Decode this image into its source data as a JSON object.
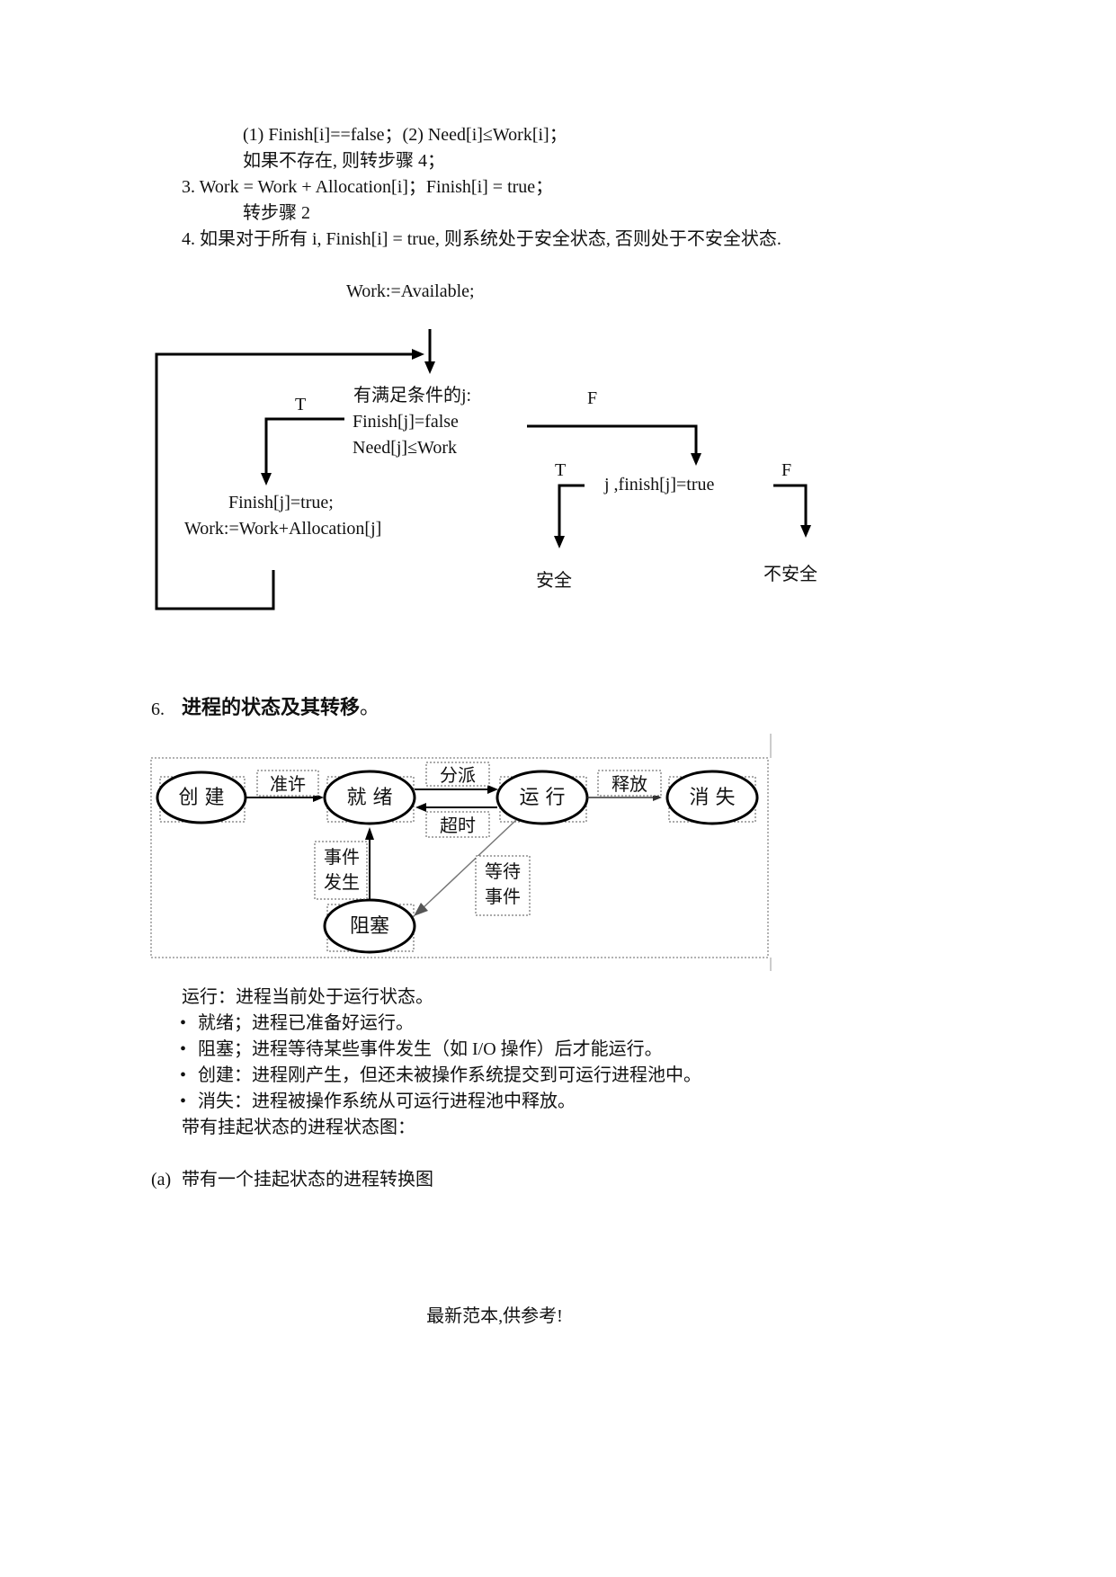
{
  "algorithm": {
    "line1": "(1) Finish[i]==false；(2) Need[i]≤Work[i]；",
    "line2": "如果不存在, 则转步骤 4；",
    "line3": "3. Work = Work + Allocation[i]；Finish[i] = true；",
    "line4": "转步骤 2",
    "line5": "4.  如果对于所有 i, Finish[i] = true, 则系统处于安全状态, 否则处于不安全状态."
  },
  "flowchart": {
    "init": "Work:=Available;",
    "cond_line1": "有满足条件的j:",
    "cond_line2": "Finish[j]=false",
    "cond_line3": "Need[j]≤Work",
    "label_t_left": "T",
    "label_f_top": "F",
    "action_line1": "Finish[j]=true;",
    "action_line2": "Work:=Work+Allocation[j]",
    "label_t_right": "T",
    "check": "j ,finish[j]=true",
    "label_f_right": "F",
    "safe": "安全",
    "unsafe": "不安全"
  },
  "section": {
    "number": "6.",
    "title": "进程的状态及其转移",
    "title_end": "。"
  },
  "state_diagram": {
    "states": {
      "create": "创 建",
      "ready": "就 绪",
      "running": "运 行",
      "exit": "消 失",
      "blocked": "阻塞"
    },
    "transitions": {
      "admit": "准许",
      "dispatch": "分派",
      "release": "释放",
      "timeout": "超时",
      "event_occurs_1": "事件",
      "event_occurs_2": "发生",
      "event_wait_1": "等待",
      "event_wait_2": "事件"
    }
  },
  "descriptions": {
    "running": "运行：进程当前处于运行状态。",
    "items": [
      "就绪；进程已准备好运行。",
      "阻塞；进程等待某些事件发生（如 I/O 操作）后才能运行。",
      "创建：进程刚产生，但还未被操作系统提交到可运行进程池中。",
      "消失：进程被操作系统从可运行进程池中释放。"
    ],
    "suspend_title": "带有挂起状态的进程状态图：",
    "sub_label": "(a)",
    "sub_title": "带有一个挂起状态的进程转换图"
  },
  "footer": "最新范本,供参考!"
}
